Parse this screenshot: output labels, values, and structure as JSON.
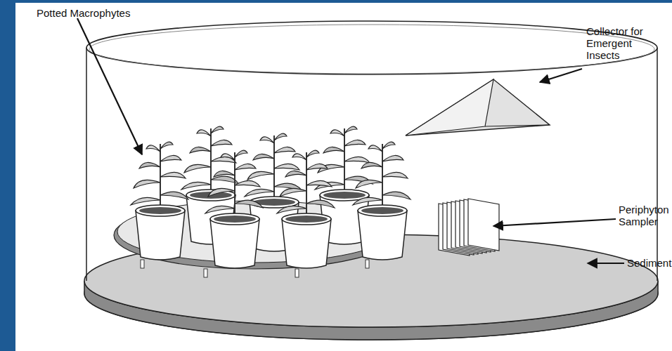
{
  "diagram": {
    "labels": [
      "Potted Macrophytes",
      "Collector for Emergent Insects",
      "Periphyton Sampler",
      "Sediment"
    ]
  }
}
